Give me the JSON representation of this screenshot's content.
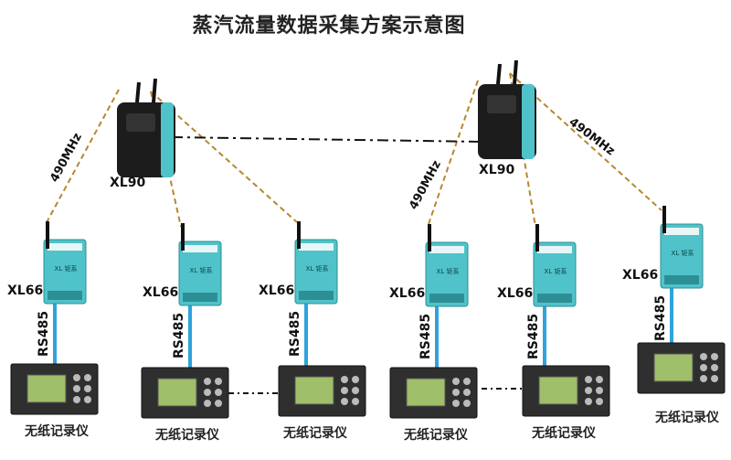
{
  "title": "蒸汽流量数据采集方案示意图",
  "gateway_label": "XL90",
  "node_label": "XL66",
  "bus_label": "RS485",
  "radio_label": "490MHz",
  "recorder_label": "无纸记录仪",
  "module_brand": "XL 钜系",
  "colors": {
    "module_teal": "#4fc3c9",
    "rs485_line": "#2ea3dd",
    "radio_line": "#b8862e",
    "recorder_body": "#2f2f2f",
    "screen": "#9fbf6a"
  }
}
